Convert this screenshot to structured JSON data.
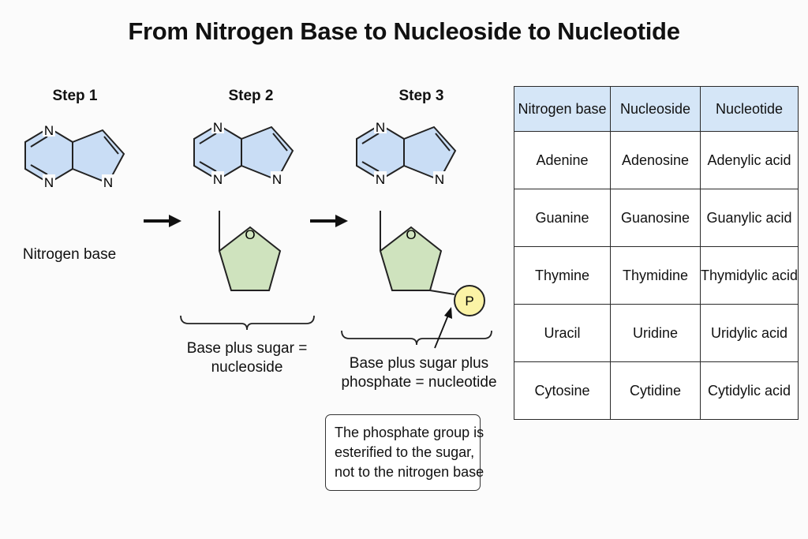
{
  "title": "From Nitrogen Base to Nucleoside to Nucleotide",
  "steps": [
    {
      "label": "Step 1",
      "caption_lines": [
        "Nitrogen base"
      ]
    },
    {
      "label": "Step 2",
      "caption_lines": [
        "Base plus sugar =",
        "nucleoside"
      ]
    },
    {
      "label": "Step 3",
      "caption_lines": [
        "Base plus sugar plus",
        "phosphate = nucleotide"
      ]
    }
  ],
  "atoms": {
    "nitrogen": "N",
    "oxygen": "O",
    "phosphate": "P"
  },
  "note": {
    "lines": [
      "The phosphate group is",
      "esterified to the sugar,",
      "not to the nitrogen base"
    ]
  },
  "table": {
    "headers": [
      "Nitrogen base",
      "Nucleoside",
      "Nucleotide"
    ],
    "rows": [
      [
        "Adenine",
        "Adenosine",
        "Adenylic acid"
      ],
      [
        "Guanine",
        "Guanosine",
        "Guanylic acid"
      ],
      [
        "Thymine",
        "Thymidine",
        "Thymidylic acid"
      ],
      [
        "Uracil",
        "Uridine",
        "Uridylic acid"
      ],
      [
        "Cytosine",
        "Cytidine",
        "Cytidylic acid"
      ]
    ]
  },
  "colors": {
    "base_fill": "#c9ddf5",
    "sugar_fill": "#cfe3be",
    "phosphate_fill": "#fbf3a6",
    "header_fill": "#d5e6f7"
  }
}
